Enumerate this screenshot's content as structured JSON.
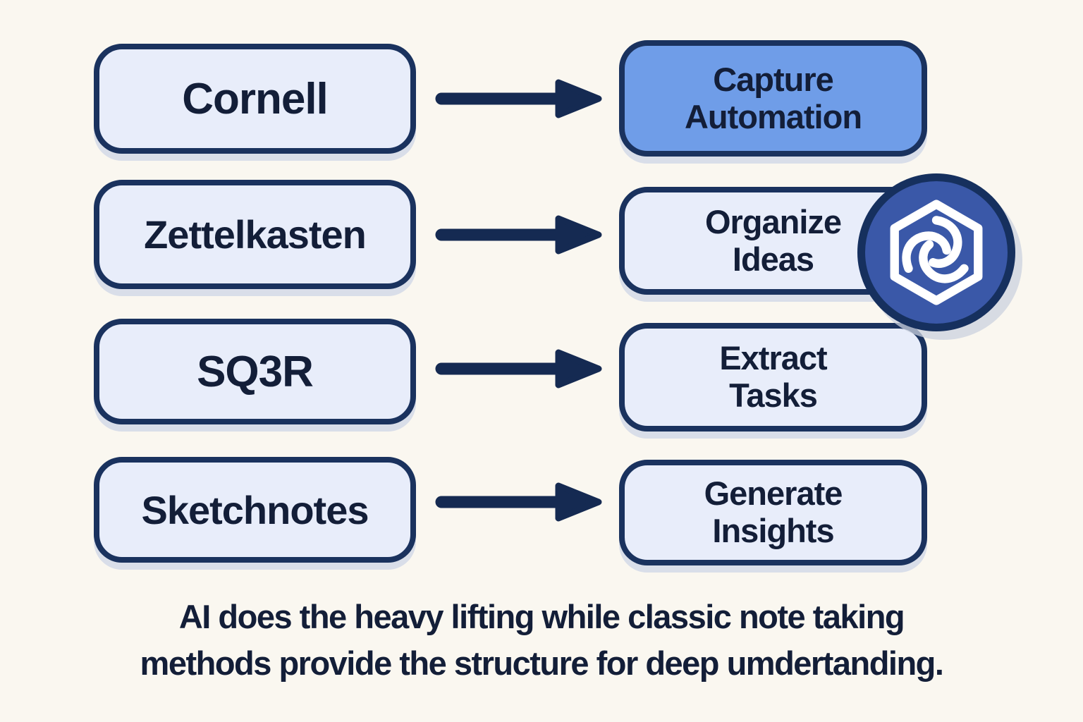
{
  "colors": {
    "background": "#faf7f0",
    "box_fill": "#e8edfa",
    "highlight_fill": "#6f9de8",
    "border": "#1a325e",
    "text": "#131e38",
    "arrow": "#152a52",
    "logo_fill": "#3a58a8",
    "logo_rim": "#16305e",
    "shadow": "#d9dee9"
  },
  "icons": {
    "arrow": "arrow-right",
    "logo": "chatgpt-hexagon-swirl"
  },
  "diagram": {
    "rows": [
      {
        "method": "Cornell",
        "capability_lines": [
          "Capture",
          "Automation"
        ],
        "highlighted": true
      },
      {
        "method": "Zettelkasten",
        "capability_lines": [
          "Organize",
          "Ideas"
        ],
        "highlighted": false
      },
      {
        "method": "SQ3R",
        "capability_lines": [
          "Extract",
          "Tasks"
        ],
        "highlighted": false
      },
      {
        "method": "Sketchnotes",
        "capability_lines": [
          "Generate",
          "Insights"
        ],
        "highlighted": false
      }
    ],
    "caption_lines": [
      "AI does the heavy lifting while classic note taking",
      "methods provide the structure for deep umdertanding."
    ]
  }
}
